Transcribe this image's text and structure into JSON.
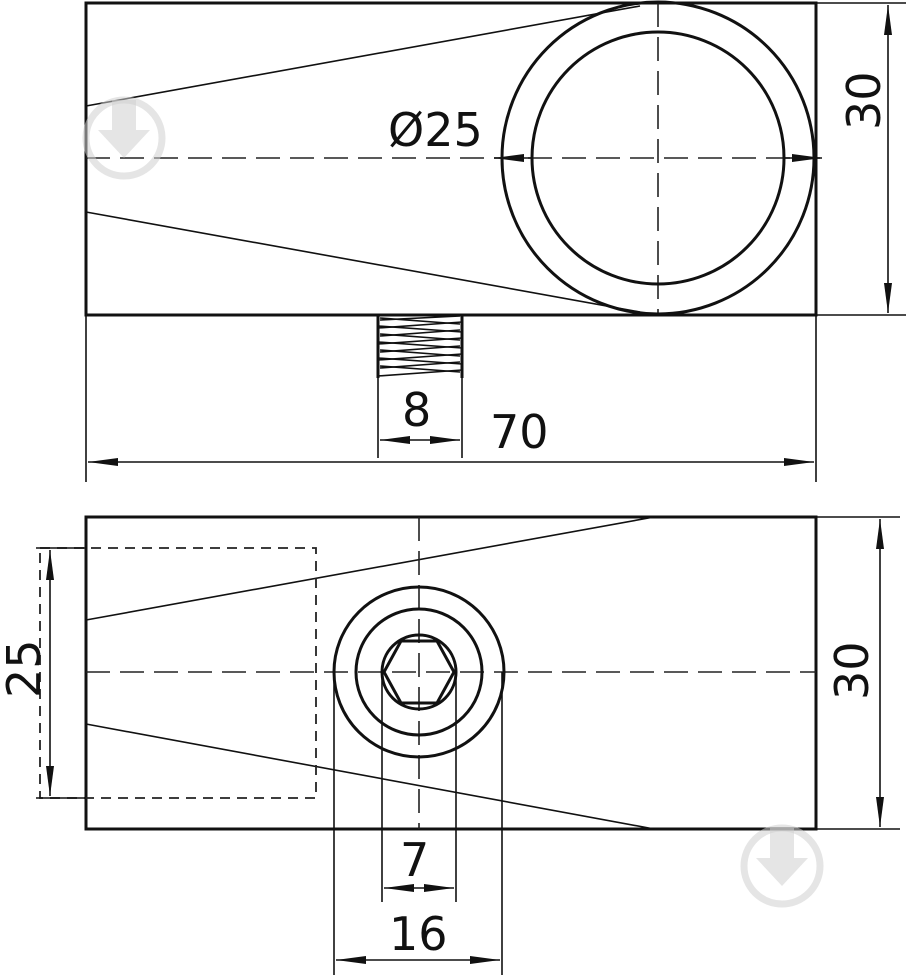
{
  "dimensions": {
    "top_diameter": "Ø25",
    "top_height": "30",
    "thread_width": "8",
    "total_length": "70",
    "bottom_left_height": "25",
    "bottom_right_height": "30",
    "hex_width": "7",
    "collar_width": "16"
  },
  "colors": {
    "line": "#111111",
    "watermark": "#cfcfcf",
    "background": "#ffffff"
  },
  "icons": {
    "watermark": "download-arrow-icon"
  }
}
